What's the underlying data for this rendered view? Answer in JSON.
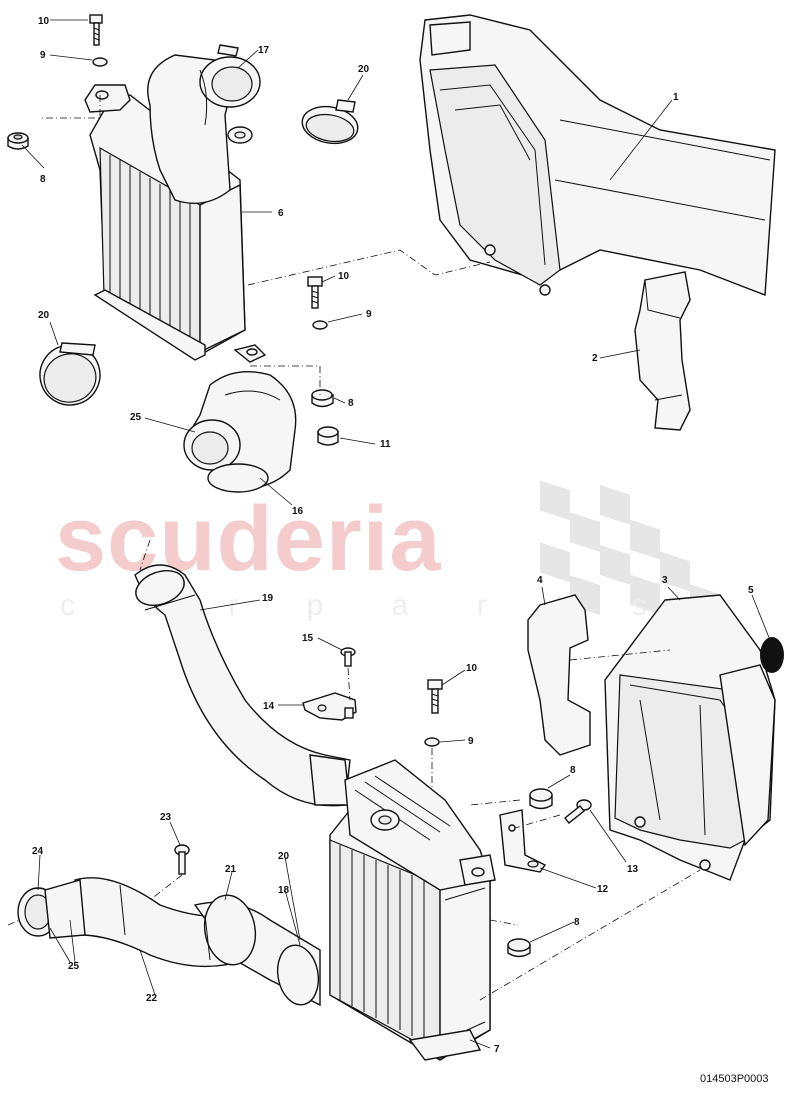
{
  "watermark": {
    "brand": "scuderia",
    "tagline": "c a r p a r t s"
  },
  "diagram_reference": "014503P0003",
  "callouts": [
    {
      "id": "c10a",
      "text": "10"
    },
    {
      "id": "c9a",
      "text": "9"
    },
    {
      "id": "c8a",
      "text": "8"
    },
    {
      "id": "c17",
      "text": "17"
    },
    {
      "id": "c20a",
      "text": "20"
    },
    {
      "id": "c1",
      "text": "1"
    },
    {
      "id": "c6",
      "text": "6"
    },
    {
      "id": "c10b",
      "text": "10"
    },
    {
      "id": "c9b",
      "text": "9"
    },
    {
      "id": "c20b",
      "text": "20"
    },
    {
      "id": "c2",
      "text": "2"
    },
    {
      "id": "c8b",
      "text": "8"
    },
    {
      "id": "c25a",
      "text": "25"
    },
    {
      "id": "c11",
      "text": "11"
    },
    {
      "id": "c16",
      "text": "16"
    },
    {
      "id": "c19",
      "text": "19"
    },
    {
      "id": "c4",
      "text": "4"
    },
    {
      "id": "c3",
      "text": "3"
    },
    {
      "id": "c5",
      "text": "5"
    },
    {
      "id": "c15",
      "text": "15"
    },
    {
      "id": "c10c",
      "text": "10"
    },
    {
      "id": "c14",
      "text": "14"
    },
    {
      "id": "c9c",
      "text": "9"
    },
    {
      "id": "c8c",
      "text": "8"
    },
    {
      "id": "c23",
      "text": "23"
    },
    {
      "id": "c20c",
      "text": "20"
    },
    {
      "id": "c13",
      "text": "13"
    },
    {
      "id": "c24",
      "text": "24"
    },
    {
      "id": "c21",
      "text": "21"
    },
    {
      "id": "c18",
      "text": "18"
    },
    {
      "id": "c12",
      "text": "12"
    },
    {
      "id": "c8d",
      "text": "8"
    },
    {
      "id": "c25b",
      "text": "25"
    },
    {
      "id": "c22",
      "text": "22"
    },
    {
      "id": "c7",
      "text": "7"
    }
  ]
}
